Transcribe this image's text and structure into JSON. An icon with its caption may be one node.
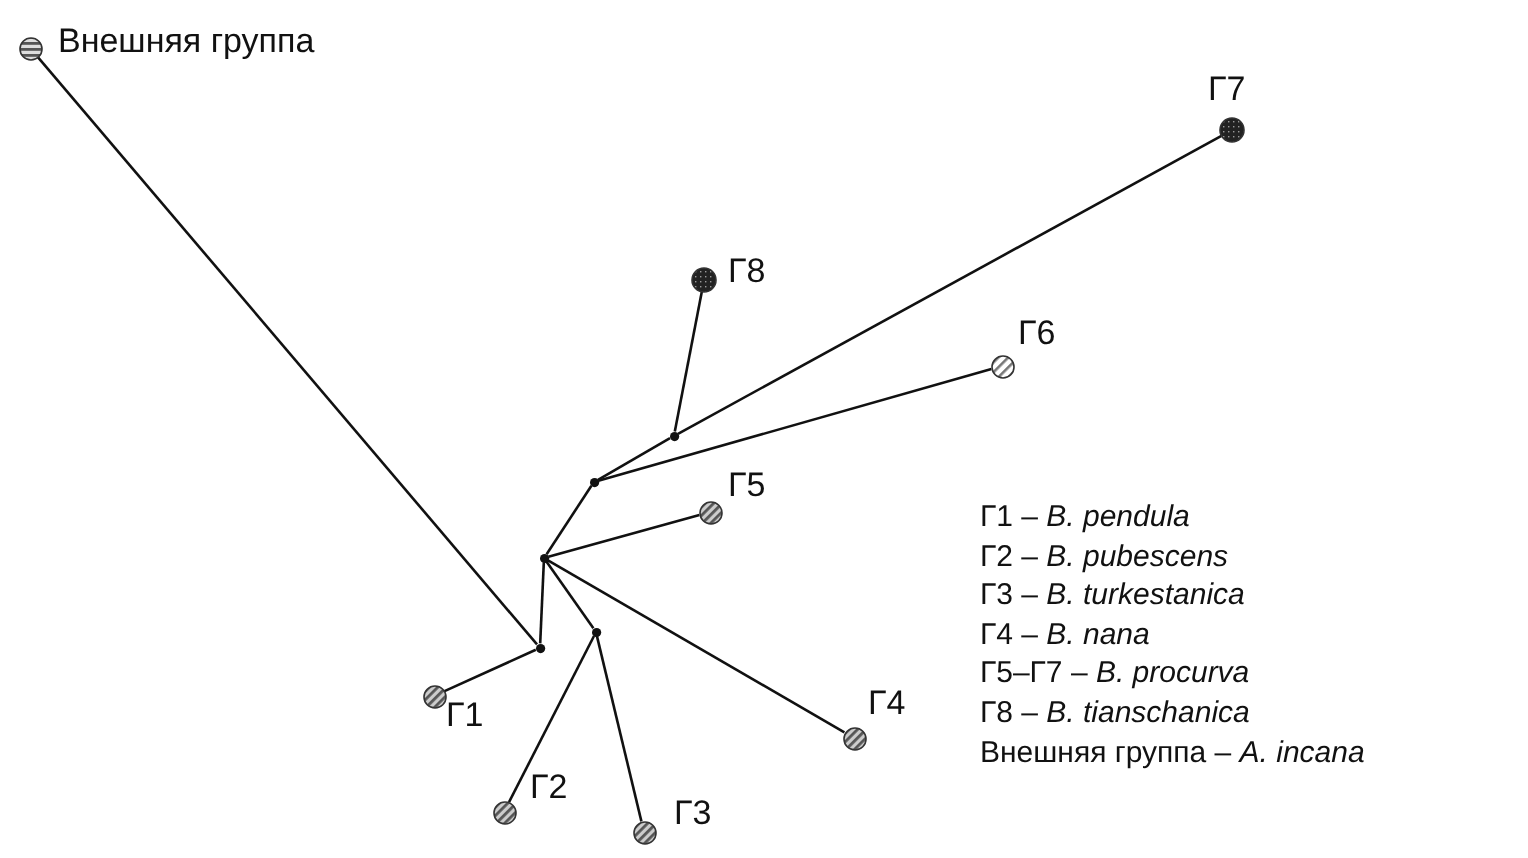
{
  "diagram": {
    "nodes": [
      {
        "text": [
          "Внешняя группа"
        ]
      },
      {
        "text": [
          "Г7"
        ]
      },
      {
        "text": [
          "Г8"
        ]
      },
      {
        "text": [
          "Г6"
        ]
      },
      {
        "text": [],
        "shape": "circle"
      },
      {
        "text": [],
        "shape": "circle"
      },
      {
        "text": [
          "Г5"
        ]
      },
      {
        "text": [],
        "shape": "circle"
      },
      {
        "text": [],
        "shape": "circle"
      },
      {
        "text": [],
        "shape": "circle"
      },
      {
        "text": [
          "Г1"
        ]
      },
      {
        "text": [
          "Г4"
        ]
      },
      {
        "text": [
          "Г2"
        ]
      },
      {
        "text": [
          "Г3"
        ]
      }
    ],
    "edges": [
      {
        "from": 9,
        "to": 0,
        "arrow": "none"
      },
      {
        "from": 9,
        "to": 10,
        "arrow": "none"
      },
      {
        "from": 9,
        "to": 7,
        "arrow": "none"
      },
      {
        "from": 7,
        "to": 6,
        "arrow": "none"
      },
      {
        "from": 7,
        "to": 11,
        "arrow": "none"
      },
      {
        "from": 7,
        "to": 8,
        "arrow": "none"
      },
      {
        "from": 8,
        "to": 12,
        "arrow": "none"
      },
      {
        "from": 8,
        "to": 13,
        "arrow": "none"
      },
      {
        "from": 7,
        "to": 5,
        "arrow": "none"
      },
      {
        "from": 5,
        "to": 3,
        "arrow": "none"
      },
      {
        "from": 5,
        "to": 4,
        "arrow": "none"
      },
      {
        "from": 4,
        "to": 2,
        "arrow": "none"
      },
      {
        "from": 4,
        "to": 1,
        "arrow": "none"
      }
    ],
    "labels": [
      "Г1 – *B. pendula*",
      "Г2 – *B. pubescens*",
      "Г3 – *B. turkestanica*",
      "Г4 – *B. nana*",
      "Г5–Г7 – *B. procurva*",
      "Г8 – *B. tianschanica*",
      "Внешняя группа – *A. incana*"
    ]
  }
}
